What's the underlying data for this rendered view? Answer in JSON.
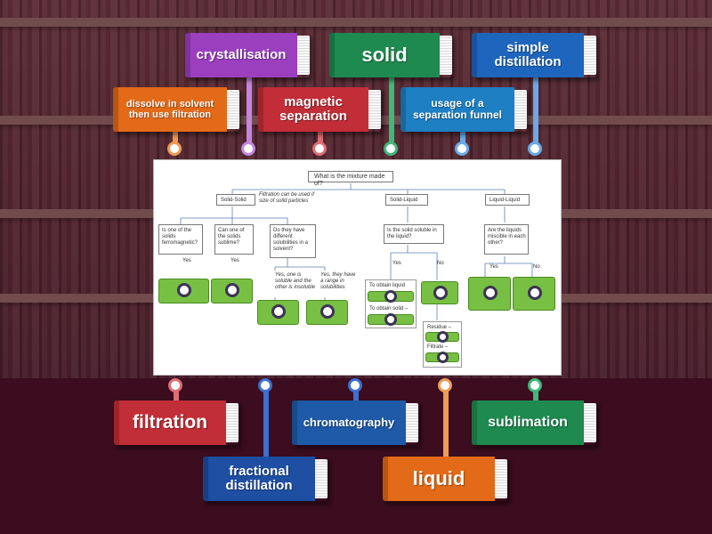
{
  "top_books": [
    {
      "id": "crystallisation",
      "label": "crystallisation",
      "color": "#9b3fbf"
    },
    {
      "id": "solid",
      "label": "solid",
      "color": "#1e8a50"
    },
    {
      "id": "simple-distillation",
      "label": "simple distillation",
      "color": "#1e66bd"
    },
    {
      "id": "dissolve",
      "label": "dissolve in solvent then use filtration",
      "color": "#e36a18"
    },
    {
      "id": "magnetic",
      "label": "magnetic separation",
      "color": "#c22e37"
    },
    {
      "id": "funnel",
      "label": "usage of a separation funnel",
      "color": "#1e7fc2"
    }
  ],
  "bottom_books": [
    {
      "id": "filtration",
      "label": "filtration",
      "color": "#c22e37"
    },
    {
      "id": "chromatography",
      "label": "chromatography",
      "color": "#1e5aa8"
    },
    {
      "id": "sublimation",
      "label": "sublimation",
      "color": "#1e8a50"
    },
    {
      "id": "fractional",
      "label": "fractional distillation",
      "color": "#1e4fa3"
    },
    {
      "id": "liquid",
      "label": "liquid",
      "color": "#e36a18"
    }
  ],
  "diagram": {
    "root": "What is the mixture made of?",
    "solid_solid": "Solid-Solid",
    "filtration_note": "Filtration can be used if size of solid particles",
    "solid_liquid": "Solid-Liquid",
    "liquid_liquid": "Liquid-Liquid",
    "q_ferromagnetic": "Is one of the solids ferromagnetic?",
    "q_sublime": "Can one of the solids sublime?",
    "q_solubilities": "Do they have different solubilities in a solvent?",
    "q_soluble": "Is the solid soluble in the liquid?",
    "q_miscible": "Are the liquids miscible in each other?",
    "yes": "Yes",
    "no": "No",
    "one_soluble": "Yes, one is soluble and the other is insoluble",
    "range_solubilities": "Yes, they have a range in solubilities",
    "obtain_liquid": "To obtain liquid",
    "obtain_solid": "To obtain solid –",
    "residue": "Residue –",
    "filtrate": "Filtrate –"
  }
}
